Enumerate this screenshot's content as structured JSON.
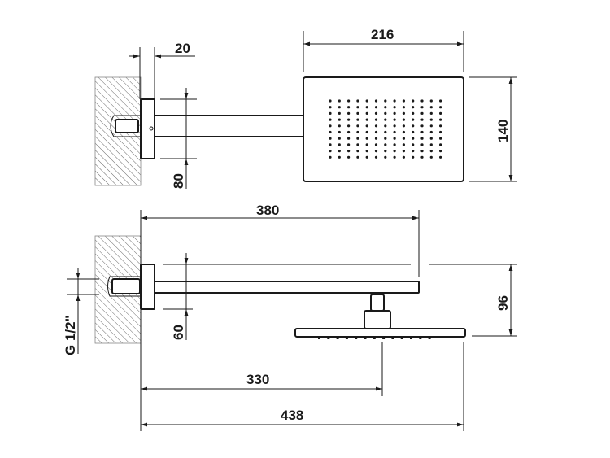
{
  "drawing": {
    "top_view": {
      "dim_flange_depth": "20",
      "dim_head_width": "216",
      "dim_head_depth": "140",
      "dim_flange_height": "80"
    },
    "side_view": {
      "dim_arm_length": "380",
      "dim_total_height": "96",
      "dim_flange_height": "60",
      "dim_thread": "G 1/2\"",
      "dim_head_center": "330",
      "dim_total_length": "438"
    },
    "colors": {
      "line": "#1a1a1a",
      "background": "#ffffff"
    }
  }
}
